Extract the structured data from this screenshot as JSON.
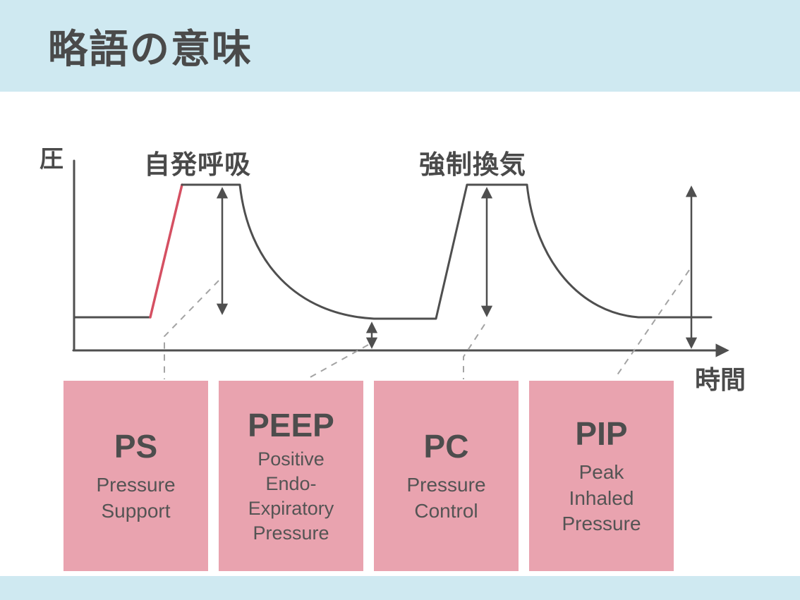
{
  "title": "略語の意味",
  "chart": {
    "y_axis_label": "圧",
    "x_axis_label": "時間",
    "waveform_labels": {
      "spontaneous": "自発呼吸",
      "forced": "強制換気"
    }
  },
  "legend_boxes": [
    {
      "abbr": "PS",
      "full_lines": [
        "Pressure",
        "Support"
      ]
    },
    {
      "abbr": "PEEP",
      "full_lines": [
        "Positive",
        "Endo-",
        "Expiratory",
        "Pressure"
      ]
    },
    {
      "abbr": "PC",
      "full_lines": [
        "Pressure",
        "Control"
      ]
    },
    {
      "abbr": "PIP",
      "full_lines": [
        "Peak",
        "Inhaled",
        "Pressure"
      ]
    }
  ],
  "colors": {
    "band_bg": "#cfe9f1",
    "box_bg": "#e9a3af",
    "waveform_line": "#4f4f4f",
    "spontaneous_rise_red": "#d55062",
    "dashed_connector": "#a3a3a3",
    "text": "#4a4a4a"
  }
}
